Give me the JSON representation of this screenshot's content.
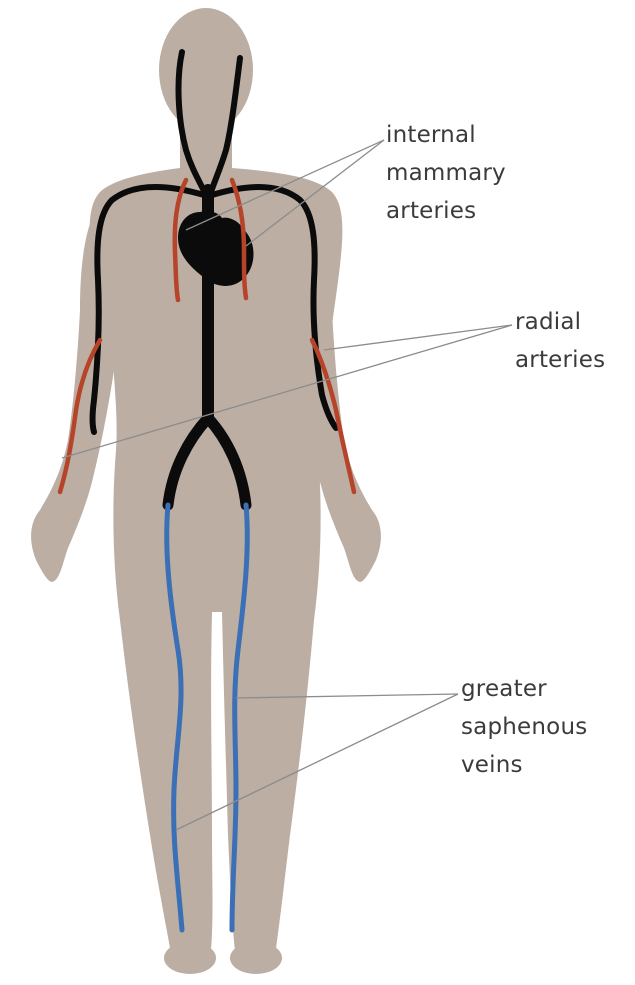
{
  "labels": {
    "internal_mammary": "internal\nmammary\narteries",
    "radial": "radial\narteries",
    "saphenous": "greater\nsaphenous\nveins"
  },
  "colors": {
    "body": "#bcaea2",
    "aorta": "#0b0b0b",
    "artery": "#b6442a",
    "vein": "#3b6fb6",
    "leader": "#8c8c8c",
    "text": "#3b3b3b"
  }
}
